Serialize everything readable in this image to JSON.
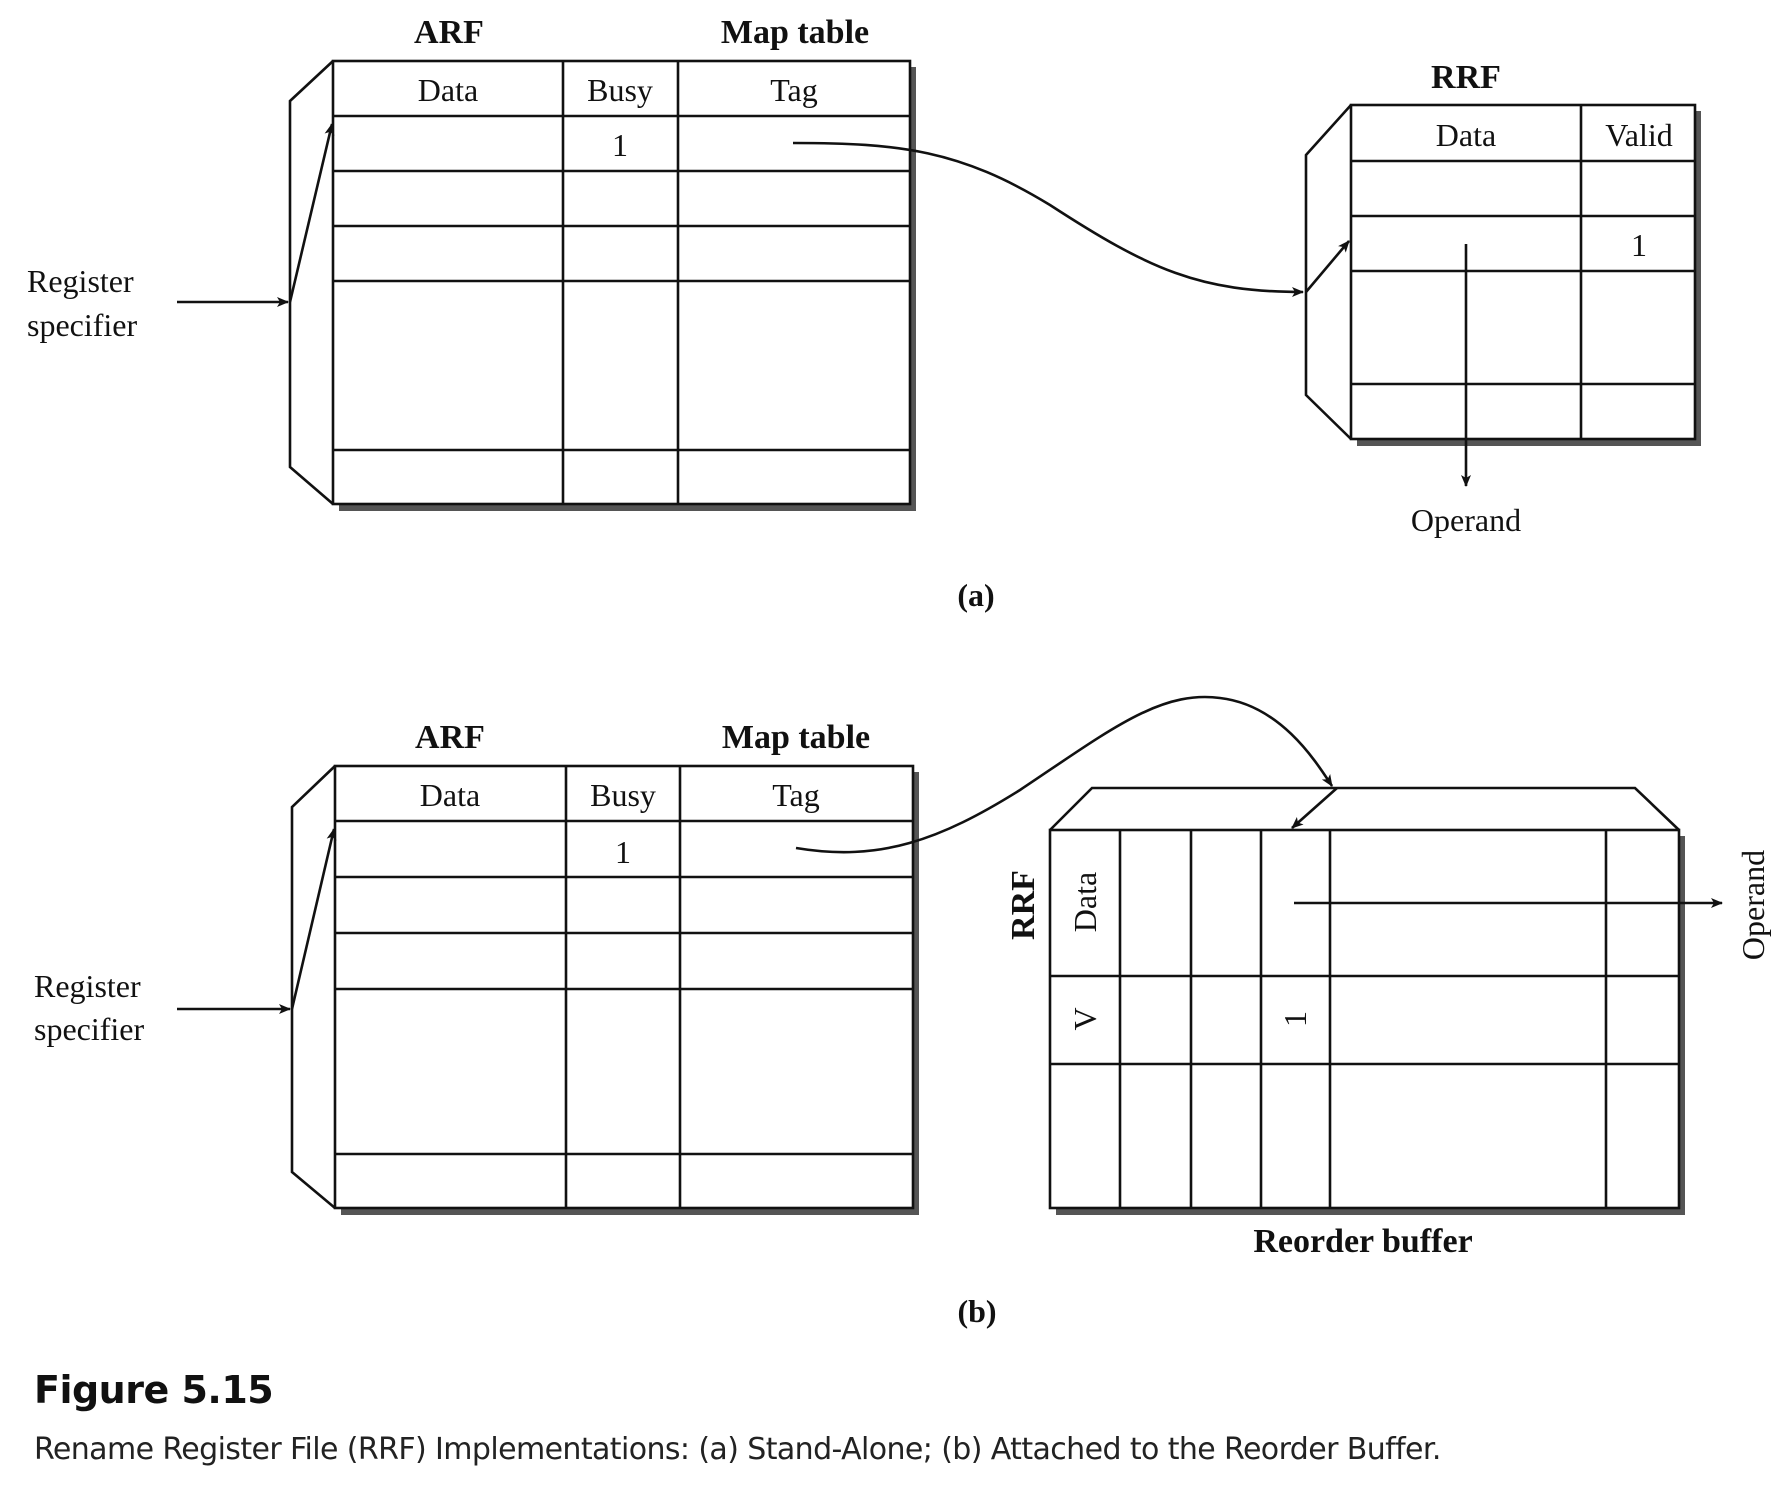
{
  "panel_a": {
    "arf_label": "ARF",
    "map_table_label": "Map table",
    "arf_columns": [
      "Data",
      "Busy",
      "Tag"
    ],
    "busy_value": "1",
    "register_specifier_line1": "Register",
    "register_specifier_line2": "specifier",
    "rrf_label": "RRF",
    "rrf_columns": [
      "Data",
      "Valid"
    ],
    "valid_value": "1",
    "operand_label": "Operand",
    "panel_label": "(a)"
  },
  "panel_b": {
    "arf_label": "ARF",
    "map_table_label": "Map table",
    "arf_columns": [
      "Data",
      "Busy",
      "Tag"
    ],
    "busy_value": "1",
    "register_specifier_line1": "Register",
    "register_specifier_line2": "specifier",
    "rrf_label": "RRF",
    "rob_row_labels": [
      "Data",
      "V"
    ],
    "valid_value": "1",
    "operand_label": "Operand",
    "reorder_buffer_label": "Reorder buffer",
    "panel_label": "(b)"
  },
  "caption": {
    "title": "Figure 5.15",
    "text": "Rename Register File (RRF) Implementations: (a) Stand-Alone; (b) Attached to the Reorder Buffer."
  }
}
